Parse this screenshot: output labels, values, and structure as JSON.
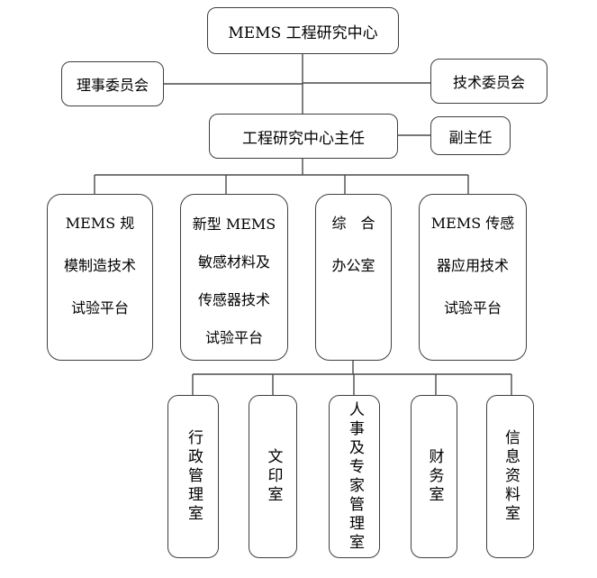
{
  "diagram": {
    "root": {
      "label": "MEMS 工程研究中心"
    },
    "board_committee": {
      "label": "理事委员会"
    },
    "technical_committee": {
      "label": "技术委员会"
    },
    "director": {
      "label": "工程研究中心主任"
    },
    "deputy_director": {
      "label": "副主任"
    },
    "departments": [
      {
        "id": "mems-scale-manufacturing-platform",
        "lines": [
          "MEMS 规",
          "模制造技术",
          "试验平台"
        ]
      },
      {
        "id": "new-mems-materials-sensor-platform",
        "lines": [
          "新型 MEMS",
          "敏感材料及",
          "传感器技术",
          "试验平台"
        ]
      },
      {
        "id": "general-office",
        "lines": [
          "综　合",
          "办公室"
        ]
      },
      {
        "id": "mems-sensor-application-platform",
        "lines": [
          "MEMS 传感",
          "器应用技术",
          "试验平台"
        ]
      }
    ],
    "office_rooms": [
      {
        "id": "administration-room",
        "label": "行政管理室"
      },
      {
        "id": "printing-room",
        "label": "文印室"
      },
      {
        "id": "hr-experts-room",
        "label": "人事及专家管理室"
      },
      {
        "id": "finance-room",
        "label": "财务室"
      },
      {
        "id": "information-room",
        "label": "信息资料室"
      }
    ],
    "colors": {
      "line": "#4a4a4a",
      "border": "#3f3f3f",
      "background": "#ffffff",
      "text": "#000000"
    }
  }
}
